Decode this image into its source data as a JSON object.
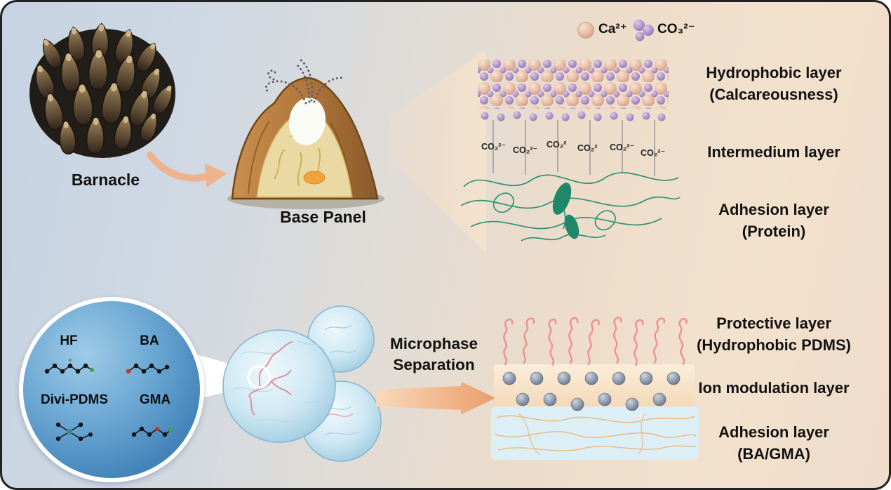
{
  "figure": {
    "top": {
      "barnacle_label": "Barnacle",
      "base_panel_label": "Base Panel",
      "legend": {
        "ca_label": "Ca²⁺",
        "co3_label": "CO₃²⁻"
      },
      "co2_labels": [
        "CO₂²⁻",
        "CO₂²⁻",
        "CO₂²",
        "CO₂²",
        "CO₂²⁻",
        "CO₂²⁻"
      ],
      "layer_labels": {
        "hydrophobic_line1": "Hydrophobic layer",
        "hydrophobic_line2": "(Calcareousness)",
        "intermedium": "Intermedium layer",
        "adhesion_line1": "Adhesion layer",
        "adhesion_line2": "(Protein)"
      }
    },
    "bottom": {
      "monomers": {
        "hf": "HF",
        "ba": "BA",
        "divi_pdms": "Divi-PDMS",
        "gma": "GMA"
      },
      "process_line1": "Microphase",
      "process_line2": "Separation",
      "layer_labels": {
        "protective_line1": "Protective layer",
        "protective_line2": "(Hydrophobic PDMS)",
        "ion_modulation": "Ion modulation layer",
        "adhesion_line1": "Adhesion layer",
        "adhesion_line2": "(BA/GMA)"
      }
    },
    "colors": {
      "accent_arrow": "#eeb38d",
      "calcium": "#e7bda6",
      "carbonate": "#a98cc2",
      "protein_green": "#2e9377",
      "pdms_pink": "#ef9093",
      "ion_gray": "#8b95a9",
      "adhesion_cream": "#f6e2c6",
      "adhesion_blue": "#dceef6",
      "magnifier_blue": "#5b9bca"
    }
  }
}
